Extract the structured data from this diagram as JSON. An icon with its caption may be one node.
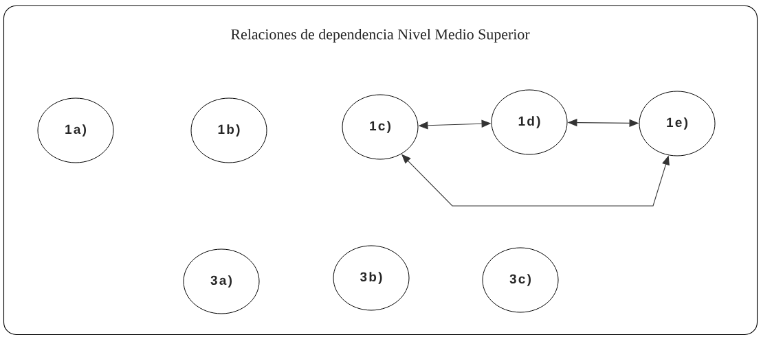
{
  "diagram": {
    "nodes": [
      {
        "text": [
          "Relaciones de dependencia Nivel Medio Superior"
        ]
      },
      {
        "text": [
          "1a)"
        ],
        "in": 0
      },
      {
        "text": [
          "1b)"
        ],
        "in": 0
      },
      {
        "text": [
          "1c)"
        ],
        "in": 0
      },
      {
        "text": [
          "1d)"
        ],
        "in": 0
      },
      {
        "text": [
          "1e)"
        ],
        "in": 0
      },
      {
        "text": [
          "3a)"
        ],
        "in": 0
      },
      {
        "text": [
          "3b)"
        ],
        "in": 0
      },
      {
        "text": [
          "3c)"
        ],
        "in": 0
      }
    ],
    "edges": [
      {
        "from": 3,
        "to": 4,
        "arrow": "both"
      },
      {
        "from": 4,
        "to": 5,
        "arrow": "both"
      },
      {
        "from": 3,
        "to": 5,
        "arrow": "both"
      }
    ]
  }
}
